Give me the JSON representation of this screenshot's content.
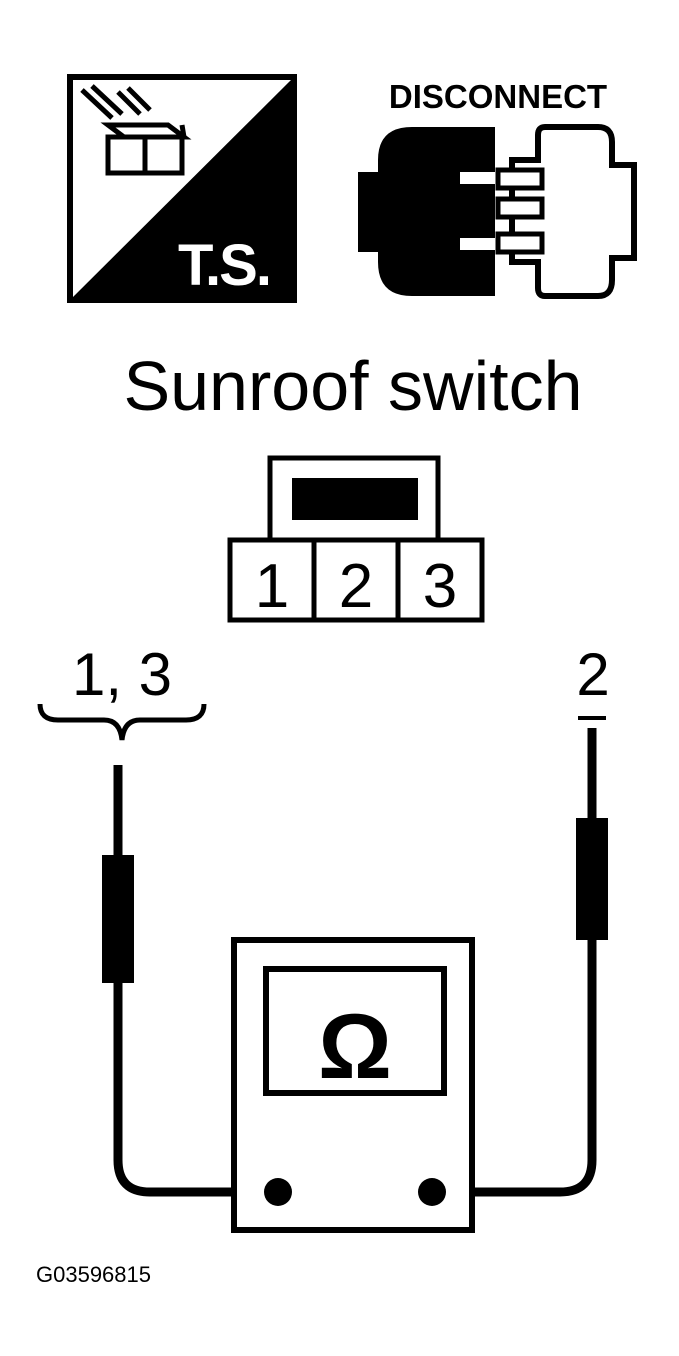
{
  "ts_icon": {
    "label": "T.S."
  },
  "disconnect_icon": {
    "label": "DISCONNECT"
  },
  "component": {
    "title": "Sunroof switch"
  },
  "connector": {
    "pins": [
      "1",
      "2",
      "3"
    ]
  },
  "probes": {
    "left_label": "1, 3",
    "right_label": "2"
  },
  "meter": {
    "symbol": "Ω"
  },
  "figure_id": "G03596815",
  "colors": {
    "ink": "#000000",
    "paper": "#ffffff"
  }
}
